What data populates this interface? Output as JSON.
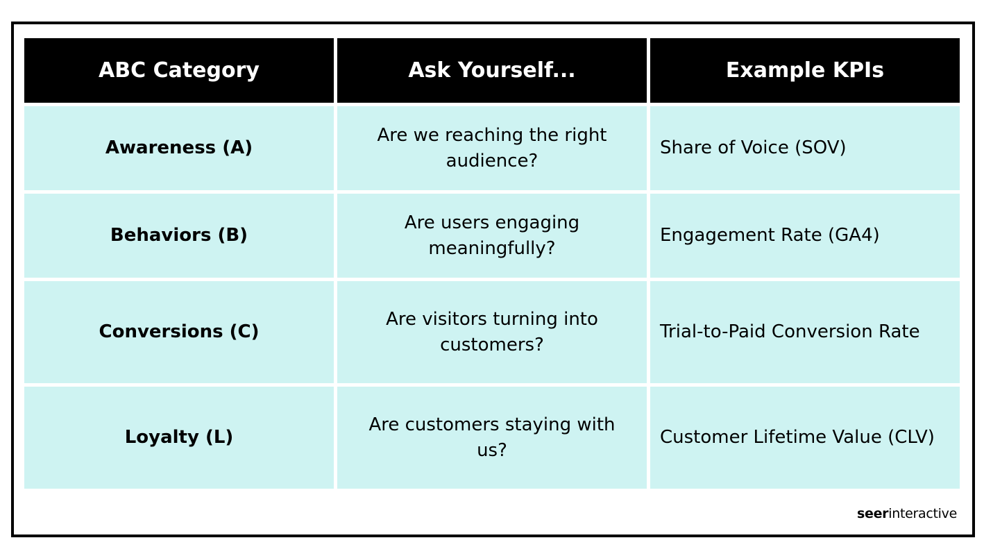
{
  "table": {
    "headers": [
      "ABC Category",
      "Ask Yourself...",
      "Example KPIs"
    ],
    "rows": [
      {
        "category": "Awareness (A)",
        "question": "Are we reaching the right audience?",
        "kpi": "Share of Voice (SOV)"
      },
      {
        "category": "Behaviors (B)",
        "question": "Are users engaging meaningfully?",
        "kpi": "Engagement Rate (GA4)"
      },
      {
        "category": "Conversions (C)",
        "question": "Are visitors turning into customers?",
        "kpi": "Trial-to-Paid Conversion Rate"
      },
      {
        "category": "Loyalty (L)",
        "question": "Are customers staying with us?",
        "kpi": "Customer Lifetime Value (CLV)"
      }
    ]
  },
  "brand": {
    "part1": "seer",
    "part2": "interactive"
  },
  "colors": {
    "header_bg": "#000000",
    "header_text": "#ffffff",
    "cell_bg": "#cef3f2",
    "frame_border": "#000000"
  }
}
